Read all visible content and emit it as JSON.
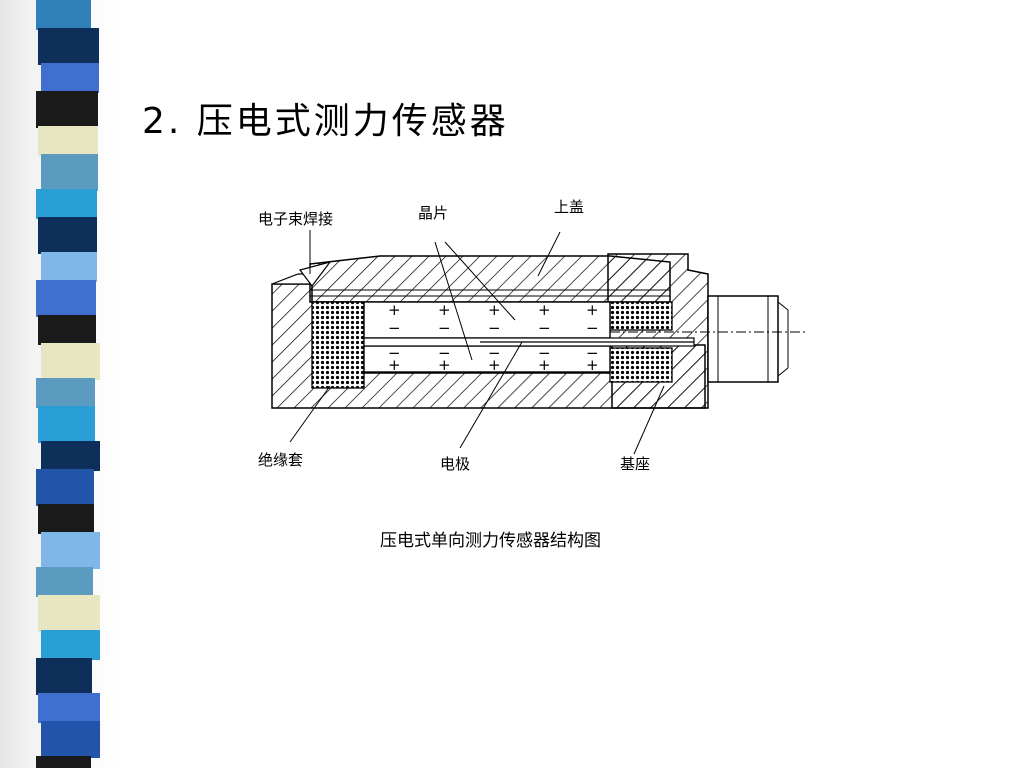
{
  "slide": {
    "title": "2. 压电式测力传感器",
    "caption": "压电式单向测力传感器结构图"
  },
  "diagram": {
    "labels": {
      "ebeam_weld": "电子束焊接",
      "crystal": "晶片",
      "top_cover": "上盖",
      "insulating_sleeve": "绝缘套",
      "electrode": "电极",
      "base": "基座"
    },
    "charge_signs": {
      "positive": "+",
      "negative": "−"
    }
  },
  "decoration": {
    "stripe_colors": [
      "#1a1a1a",
      "#2f7fb8",
      "#2a9fd6",
      "#0e2f5a",
      "#3f6fcf",
      "#e8e6c0",
      "#5b9bbf",
      "#7fb8e8",
      "#2255aa"
    ]
  }
}
